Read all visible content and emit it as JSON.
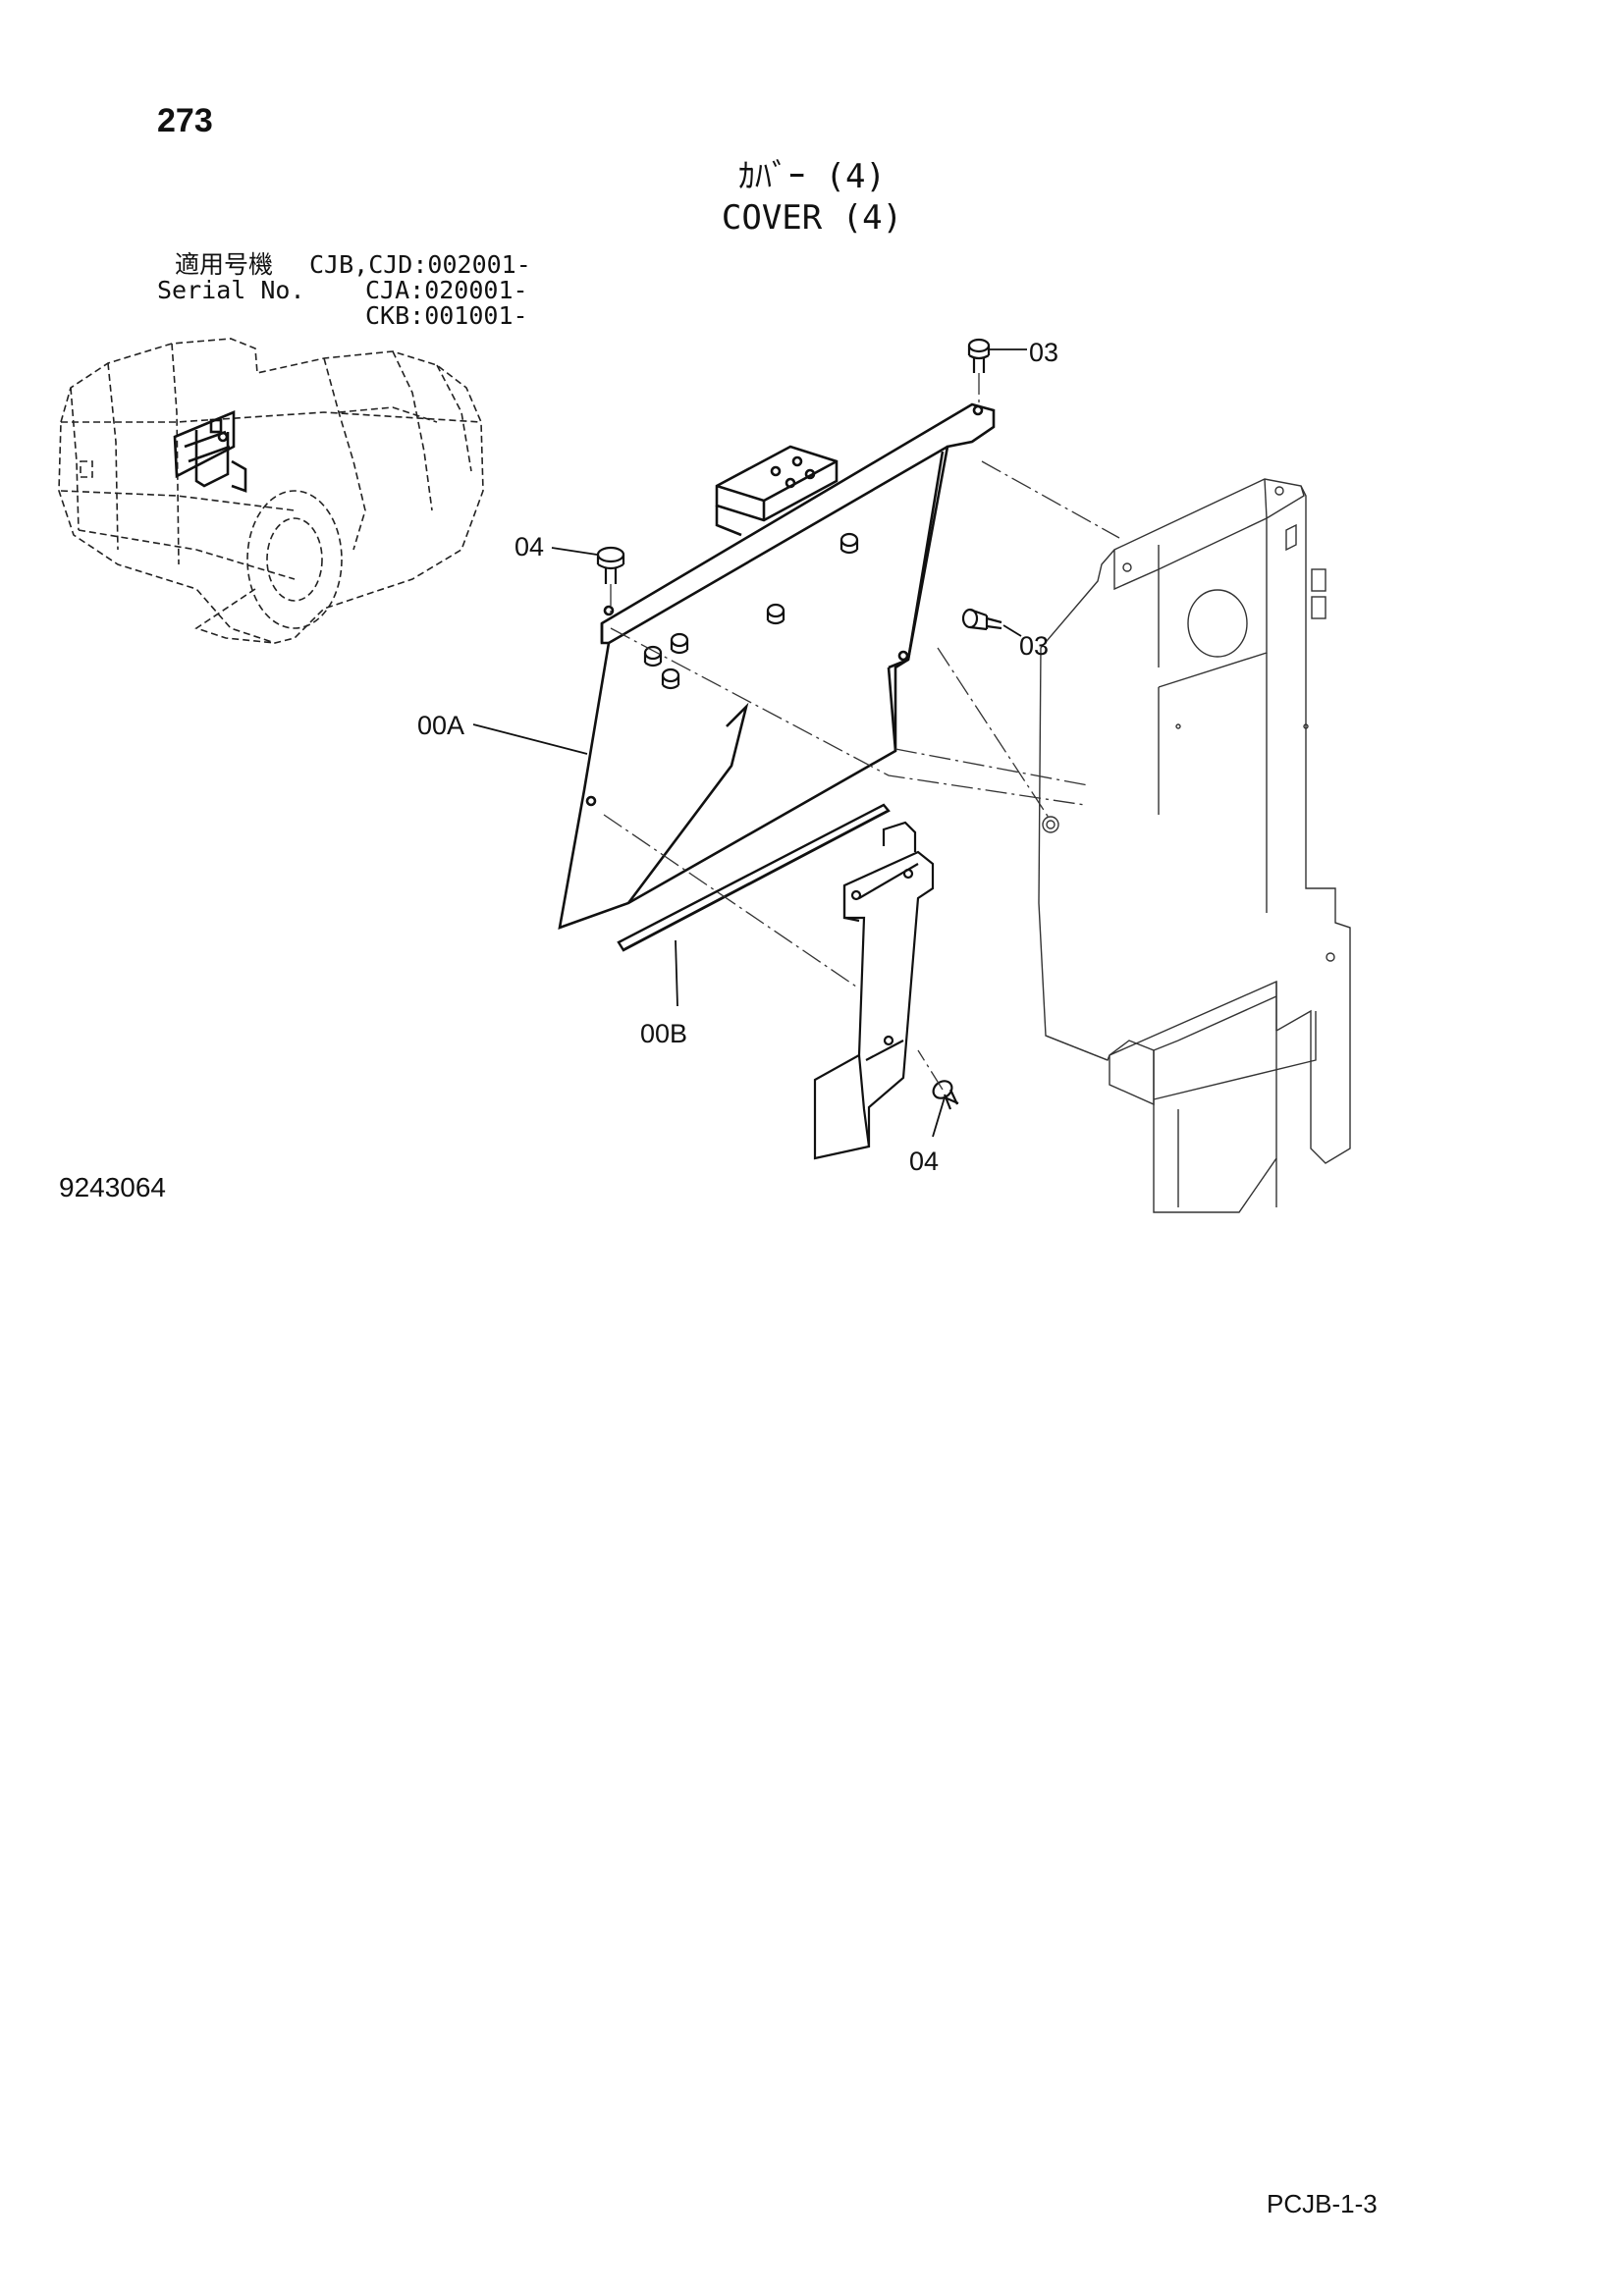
{
  "header": {
    "page_number": "273",
    "title_jp": "ｶﾊﾞｰ (4)",
    "title_en": "COVER (4)"
  },
  "applicability": {
    "label_jp": "適用号機",
    "label_en": "Serial No.",
    "ranges": [
      "CJB,CJD:002001-",
      "CJA:020001-",
      "CKB:001001-"
    ]
  },
  "callouts": {
    "bolt_top": "03",
    "bolt_mid": "03",
    "bolt_left": "04",
    "bolt_bottom": "04",
    "cover": "00A",
    "seal": "00B"
  },
  "footer": {
    "drawing_number": "9243064",
    "page_code": "PCJB-1-3"
  }
}
